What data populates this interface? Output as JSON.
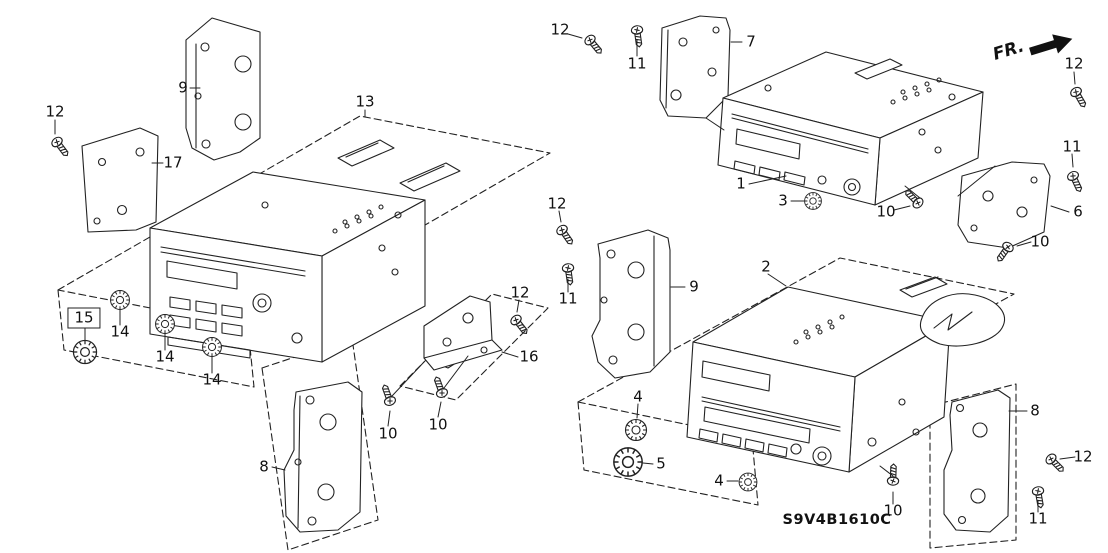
{
  "diagram": {
    "code": "S9V4B1610C",
    "fr_label": "FR."
  },
  "callouts": [
    {
      "text": "9"
    },
    {
      "text": "12"
    },
    {
      "text": "17"
    },
    {
      "text": "13"
    },
    {
      "text": "15"
    },
    {
      "text": "14"
    },
    {
      "text": "14"
    },
    {
      "text": "14"
    },
    {
      "text": "12"
    },
    {
      "text": "16"
    },
    {
      "text": "10"
    },
    {
      "text": "10"
    },
    {
      "text": "8"
    },
    {
      "text": "12"
    },
    {
      "text": "11"
    },
    {
      "text": "7"
    },
    {
      "text": "12"
    },
    {
      "text": "1"
    },
    {
      "text": "3"
    },
    {
      "text": "10"
    },
    {
      "text": "11"
    },
    {
      "text": "6"
    },
    {
      "text": "10"
    },
    {
      "text": "12"
    },
    {
      "text": "11"
    },
    {
      "text": "9"
    },
    {
      "text": "2"
    },
    {
      "text": "4"
    },
    {
      "text": "5"
    },
    {
      "text": "4"
    },
    {
      "text": "10"
    },
    {
      "text": "8"
    },
    {
      "text": "12"
    },
    {
      "text": "11"
    }
  ]
}
